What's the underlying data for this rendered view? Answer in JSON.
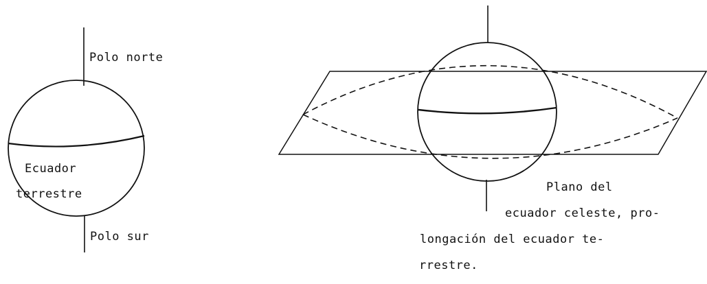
{
  "left_figure": {
    "north_pole_label": "Polo norte",
    "equator_label_line1": "Ecuador",
    "equator_label_line2": "terrestre",
    "south_pole_label": "Polo sur"
  },
  "right_figure": {
    "plane_label_line1": "Plano del",
    "plane_label_line2": "ecuador celeste, pro-",
    "plane_label_line3": "longación del ecuador te-",
    "plane_label_line4": "rrestre."
  }
}
